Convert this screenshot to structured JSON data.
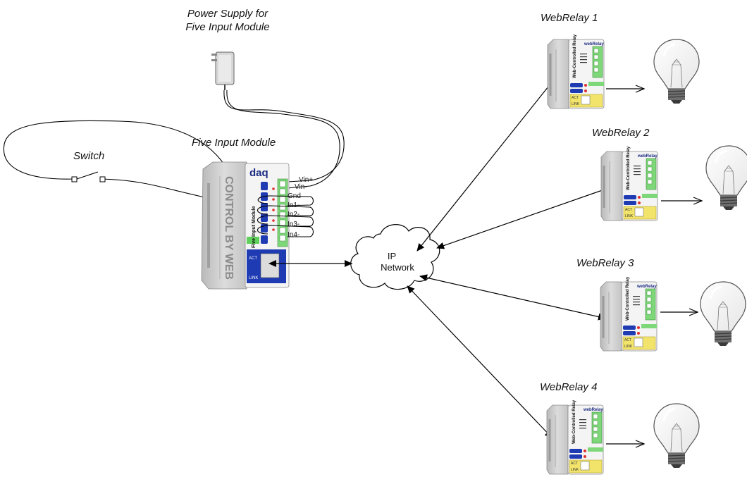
{
  "labels": {
    "power_supply_line1": "Power Supply for",
    "power_supply_line2": "Five Input Module",
    "switch": "Switch",
    "five_input_module": "Five Input Module",
    "webrelay_1": "WebRelay 1",
    "webrelay_2": "WebRelay 2",
    "webrelay_3": "WebRelay 3",
    "webrelay_4": "WebRelay 4",
    "cloud_line1": "IP",
    "cloud_line2": "Network"
  },
  "terminals": [
    "Vin+",
    "Vin-",
    "Gnd",
    "In1-",
    "In2-",
    "In3-",
    "In4-"
  ],
  "module": {
    "brand": "daq",
    "side_text": "CONTROL BY WEB",
    "front_text": "Five Input Module",
    "led_labels": [
      "ACT",
      "LINK"
    ]
  },
  "relay": {
    "brand": "webRelay",
    "front_text": "Web-Controlled Relay",
    "led_labels": [
      "ACT",
      "LINK"
    ]
  },
  "colors": {
    "line": "#000000",
    "device_body": "#cfcfcf",
    "device_blue": "#1f3bb3",
    "terminal_green": "#7ed87a",
    "ethernet_yellow": "#f2e36b"
  }
}
